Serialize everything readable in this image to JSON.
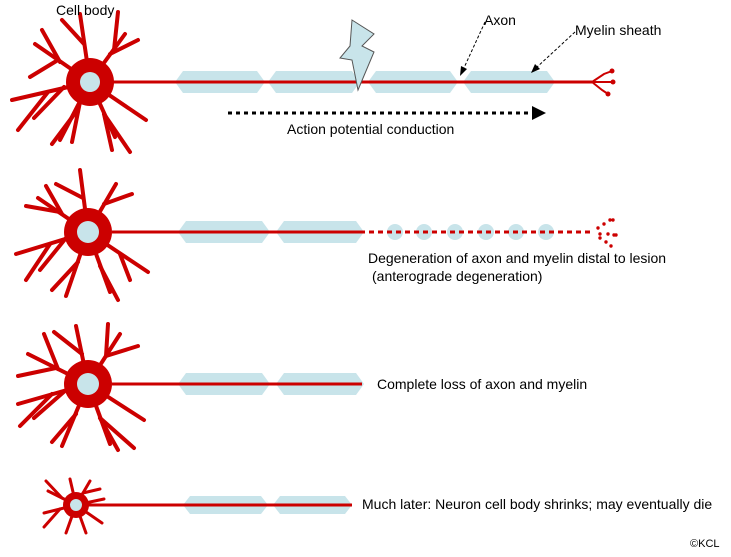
{
  "labels": {
    "cell_body": "Cell body",
    "axon": "Axon",
    "myelin_sheath": "Myelin sheath",
    "action_potential": "Action potential conduction",
    "degeneration_line1": "Degeneration of axon and myelin distal to lesion",
    "degeneration_line2": "(anterograde degeneration)",
    "complete_loss": "Complete loss of axon and myelin",
    "much_later": "Much later: Neuron cell body shrinks; may eventually die",
    "copyright": "©KCL"
  },
  "colors": {
    "neuron": "#cc0000",
    "nucleus": "#c8e4ea",
    "myelin": "#c8e4ea",
    "arrow": "#000000",
    "lightning": "#c8e4ea"
  }
}
